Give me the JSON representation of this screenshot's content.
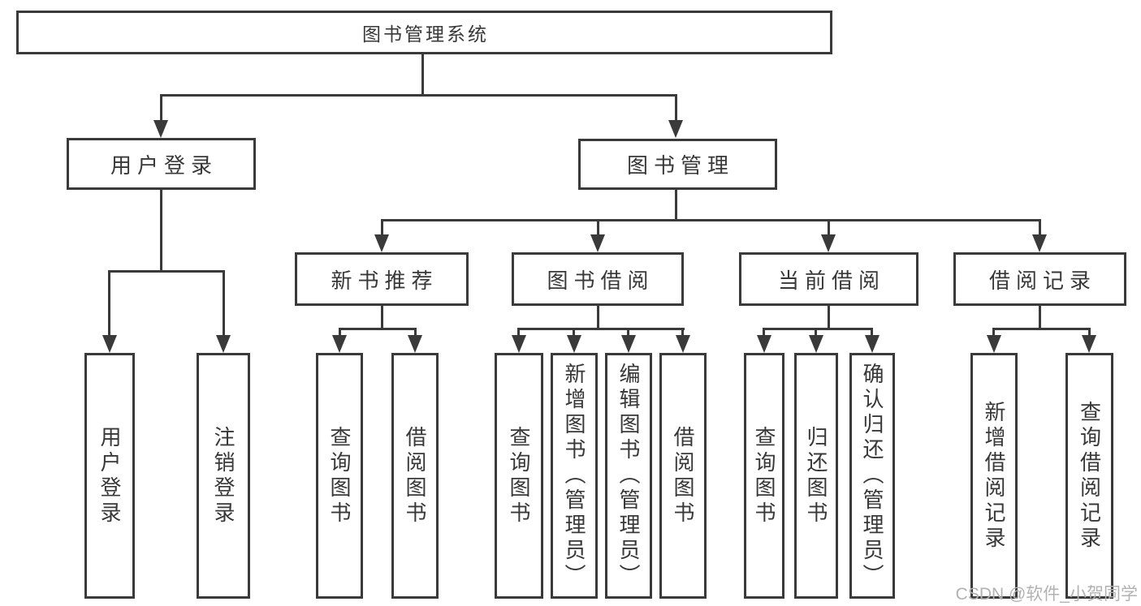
{
  "diagram": {
    "title": "图书管理系统",
    "root": {
      "label": "图书管理系统",
      "children": [
        {
          "label": "用户登录",
          "children": [
            {
              "label": "用户登录"
            },
            {
              "label": "注销登录"
            }
          ]
        },
        {
          "label": "图书管理",
          "children": [
            {
              "label": "新书推荐",
              "children": [
                {
                  "label": "查询图书"
                },
                {
                  "label": "借阅图书"
                }
              ]
            },
            {
              "label": "图书借阅",
              "children": [
                {
                  "label": "查询图书"
                },
                {
                  "label": "新增图书（管理员）"
                },
                {
                  "label": "编辑图书（管理员）"
                },
                {
                  "label": "借阅图书"
                }
              ]
            },
            {
              "label": "当前借阅",
              "children": [
                {
                  "label": "查询图书"
                },
                {
                  "label": "归还图书"
                },
                {
                  "label": "确认归还（管理员）"
                }
              ]
            },
            {
              "label": "借阅记录",
              "children": [
                {
                  "label": "新增借阅记录"
                },
                {
                  "label": "查询借阅记录"
                }
              ]
            }
          ]
        }
      ]
    }
  },
  "watermark": {
    "text": "CSDN @软件_小贺同学"
  },
  "colors": {
    "line": "#3a3a3a",
    "text": "#383838",
    "box_fill": "#ffffff",
    "background": "#ffffff",
    "watermark": "#b2b2b2"
  }
}
